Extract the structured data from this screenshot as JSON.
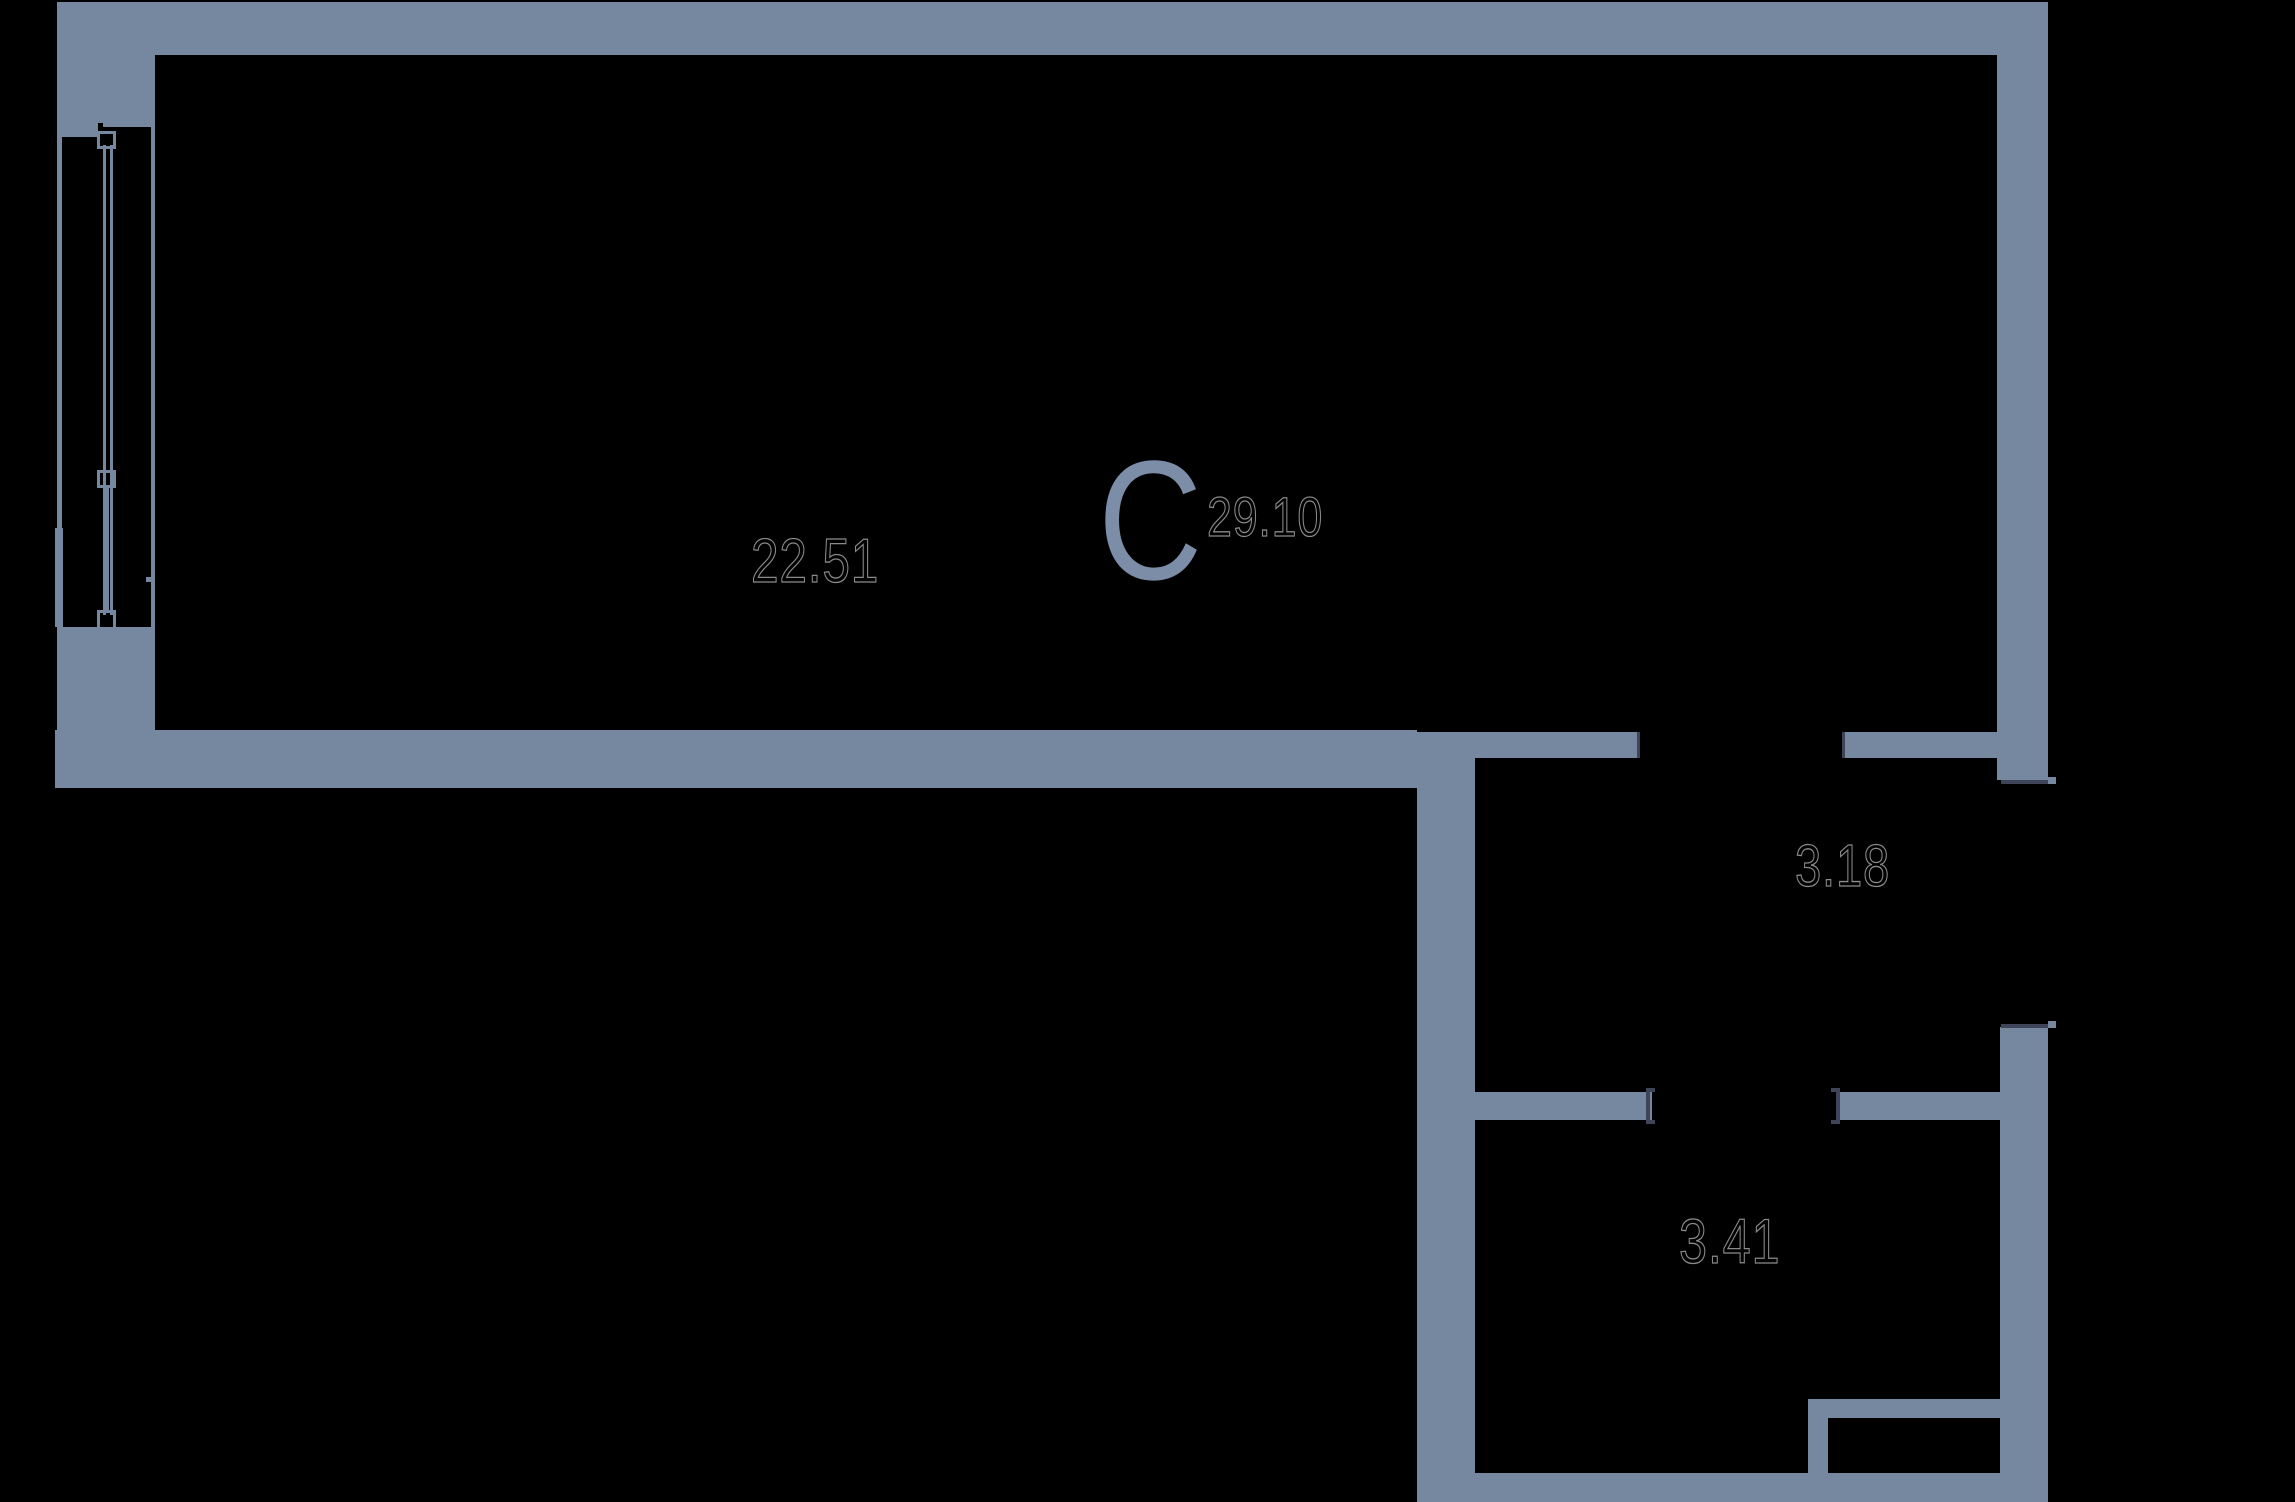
{
  "floorplan": {
    "unit_label": "C",
    "unit_area": "29.10",
    "rooms": [
      {
        "id": "living-room",
        "area": "22.51"
      },
      {
        "id": "hall",
        "area": "3.18"
      },
      {
        "id": "bathroom",
        "area": "3.41"
      }
    ],
    "colors": {
      "wall": "#76889F",
      "background": "#000000",
      "label_accent": "#7B8DA7",
      "outline_text": "#8A8A8A",
      "thin_line": "#3E4558"
    }
  }
}
